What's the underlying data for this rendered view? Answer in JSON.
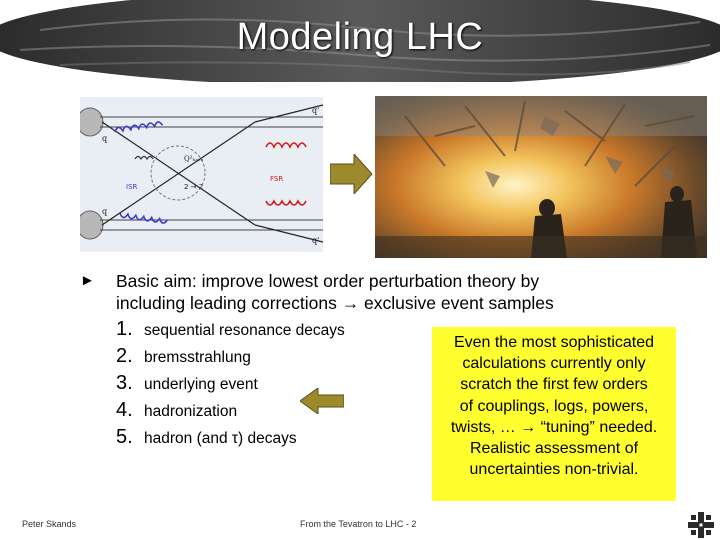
{
  "slide": {
    "title": "Modeling LHC",
    "aim_marker": "►",
    "aim_line1": "Basic aim: improve lowest order perturbation theory by",
    "aim_line2": "including leading corrections → exclusive event samples",
    "list": [
      {
        "num": "1.",
        "text": "sequential resonance decays"
      },
      {
        "num": "2.",
        "text": "bremsstrahlung"
      },
      {
        "num": "3.",
        "text": "underlying event"
      },
      {
        "num": "4.",
        "text": "hadronization"
      },
      {
        "num": "5.",
        "text": "hadron (and τ) decays"
      }
    ],
    "note_lines": [
      "Even the most sophisticated",
      "calculations currently only",
      "scratch the first few orders",
      "of couplings, logs, powers,",
      "twists, … → “tuning” needed.",
      "Realistic assessment of",
      "uncertainties non-trivial."
    ],
    "footer_left": "Peter Skands",
    "footer_center": "From the Tevatron to LHC - 2"
  },
  "diagram": {
    "label_q_in_top": "q",
    "label_q_in_bottom": "q",
    "label_q_out_top": "q'",
    "label_q_out_bottom": "q'",
    "label_Q2": "Q²ₕₐᵣₑ",
    "label_22": "2 → 2",
    "label_isr": "ISR",
    "label_fsr": "FSR"
  },
  "colors": {
    "note_bg": "#ffff2f",
    "arrow_fill": "#9c8a2c",
    "fsr_gluon": "#d61a1a",
    "isr_gluon": "#3b3bc8"
  }
}
